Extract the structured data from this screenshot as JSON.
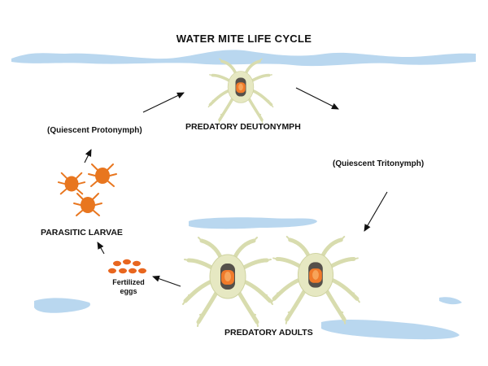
{
  "title": "WATER MITE LIFE CYCLE",
  "stages": {
    "protonymph": "(Quiescent Protonymph)",
    "deutonymph": "PREDATORY DEUTONYMPH",
    "tritonymph": "(Quiescent Tritonymph)",
    "larvae": "PARASITIC LARVAE",
    "eggs_line1": "Fertilized",
    "eggs_line2": "eggs",
    "adults": "PREDATORY ADULTS"
  },
  "colors": {
    "water": "#b9d7ef",
    "mite_body": "#e6e8c2",
    "mite_legs": "#d8dcae",
    "mite_core": "#f07a2a",
    "mite_band": "#55504a",
    "larva": "#e8761f",
    "egg": "#e8661f",
    "arrow": "#111111"
  },
  "icons": {
    "mite": "water-mite-icon",
    "larva": "larva-icon",
    "egg": "egg-icon",
    "arrow": "arrow-icon"
  }
}
